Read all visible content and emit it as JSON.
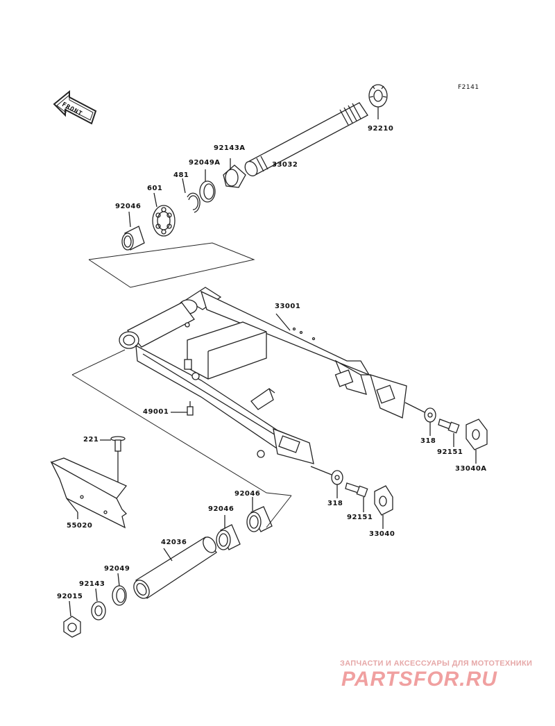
{
  "diagram_code": "F2141",
  "front_label": "FRONT",
  "labels": {
    "p92210": "92210",
    "p33032": "33032",
    "p92143A": "92143A",
    "p92049A": "92049A",
    "p481": "481",
    "p601": "601",
    "p92046_top": "92046",
    "p33001": "33001",
    "p49001": "49001",
    "p221": "221",
    "p55020": "55020",
    "p318_upper": "318",
    "p92151_upper": "92151",
    "p33040A": "33040A",
    "p318_lower": "318",
    "p92151_lower": "92151",
    "p33040": "33040",
    "p92046_mid": "92046",
    "p92046_low": "92046",
    "p42036": "42036",
    "p92049": "92049",
    "p92143": "92143",
    "p92015": "92015"
  },
  "watermark": {
    "tagline": "ЗАПЧАСТИ И АКСЕССУАРЫ ДЛЯ МОТОТЕХНИКИ",
    "brand": "PARTSFOR.RU",
    "tagline_color": "#e6a8a8",
    "brand_color": "#f0a0a0"
  },
  "colors": {
    "line": "#222222",
    "fill": "#ffffff",
    "shade": "#cfcfcf"
  }
}
